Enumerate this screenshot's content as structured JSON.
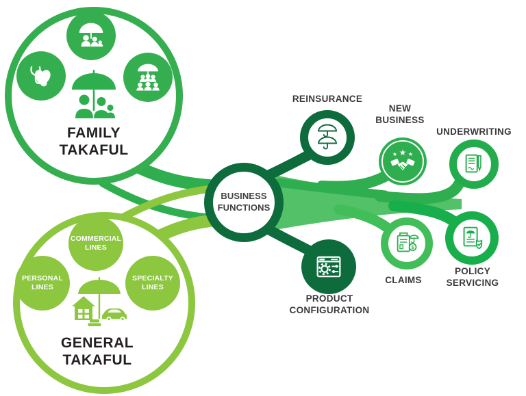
{
  "colors": {
    "dark_green": "#0d6b3c",
    "medium_green": "#2fae4f",
    "band_green": "#53c167",
    "claims_green": "#41be58",
    "policy_green": "#17ae4b",
    "light_green": "#8dc63f",
    "title_text": "#231f20",
    "label_text": "#3a3a3c"
  },
  "family_takaful": {
    "title_line1": "FAMILY",
    "title_line2": "TAKAFUL",
    "icons": [
      "umbrella-family-icon",
      "health-heart-stethoscope-icon",
      "group-under-umbrella-icon",
      "family-under-umbrella-icon"
    ]
  },
  "general_takaful": {
    "title_line1": "GENERAL",
    "title_line2": "TAKAFUL",
    "center_icon": "umbrella-house-car-icon",
    "segments": [
      {
        "line1": "COMMERCIAL",
        "line2": "LINES"
      },
      {
        "line1": "PERSONAL",
        "line2": "LINES"
      },
      {
        "line1": "SPECIALTY",
        "line2": "LINES"
      }
    ]
  },
  "center": {
    "line1": "BUSINESS",
    "line2": "FUNCTIONS"
  },
  "functions": {
    "reinsurance": {
      "label": "REINSURANCE",
      "icon": "double-umbrella-icon"
    },
    "new_business": {
      "line1": "NEW",
      "line2": "BUSINESS",
      "icon": "handshake-stars-icon"
    },
    "underwriting": {
      "label": "UNDERWRITING",
      "icon": "document-pen-icon"
    },
    "claims": {
      "label": "CLAIMS",
      "icon": "claim-document-dollar-icon"
    },
    "policy_servicing": {
      "line1": "POLICY",
      "line2": "SERVICING",
      "icon": "policy-document-shield-icon"
    },
    "product_configuration": {
      "line1": "PRODUCT",
      "line2": "CONFIGURATION",
      "icon": "settings-window-gear-icon"
    }
  }
}
